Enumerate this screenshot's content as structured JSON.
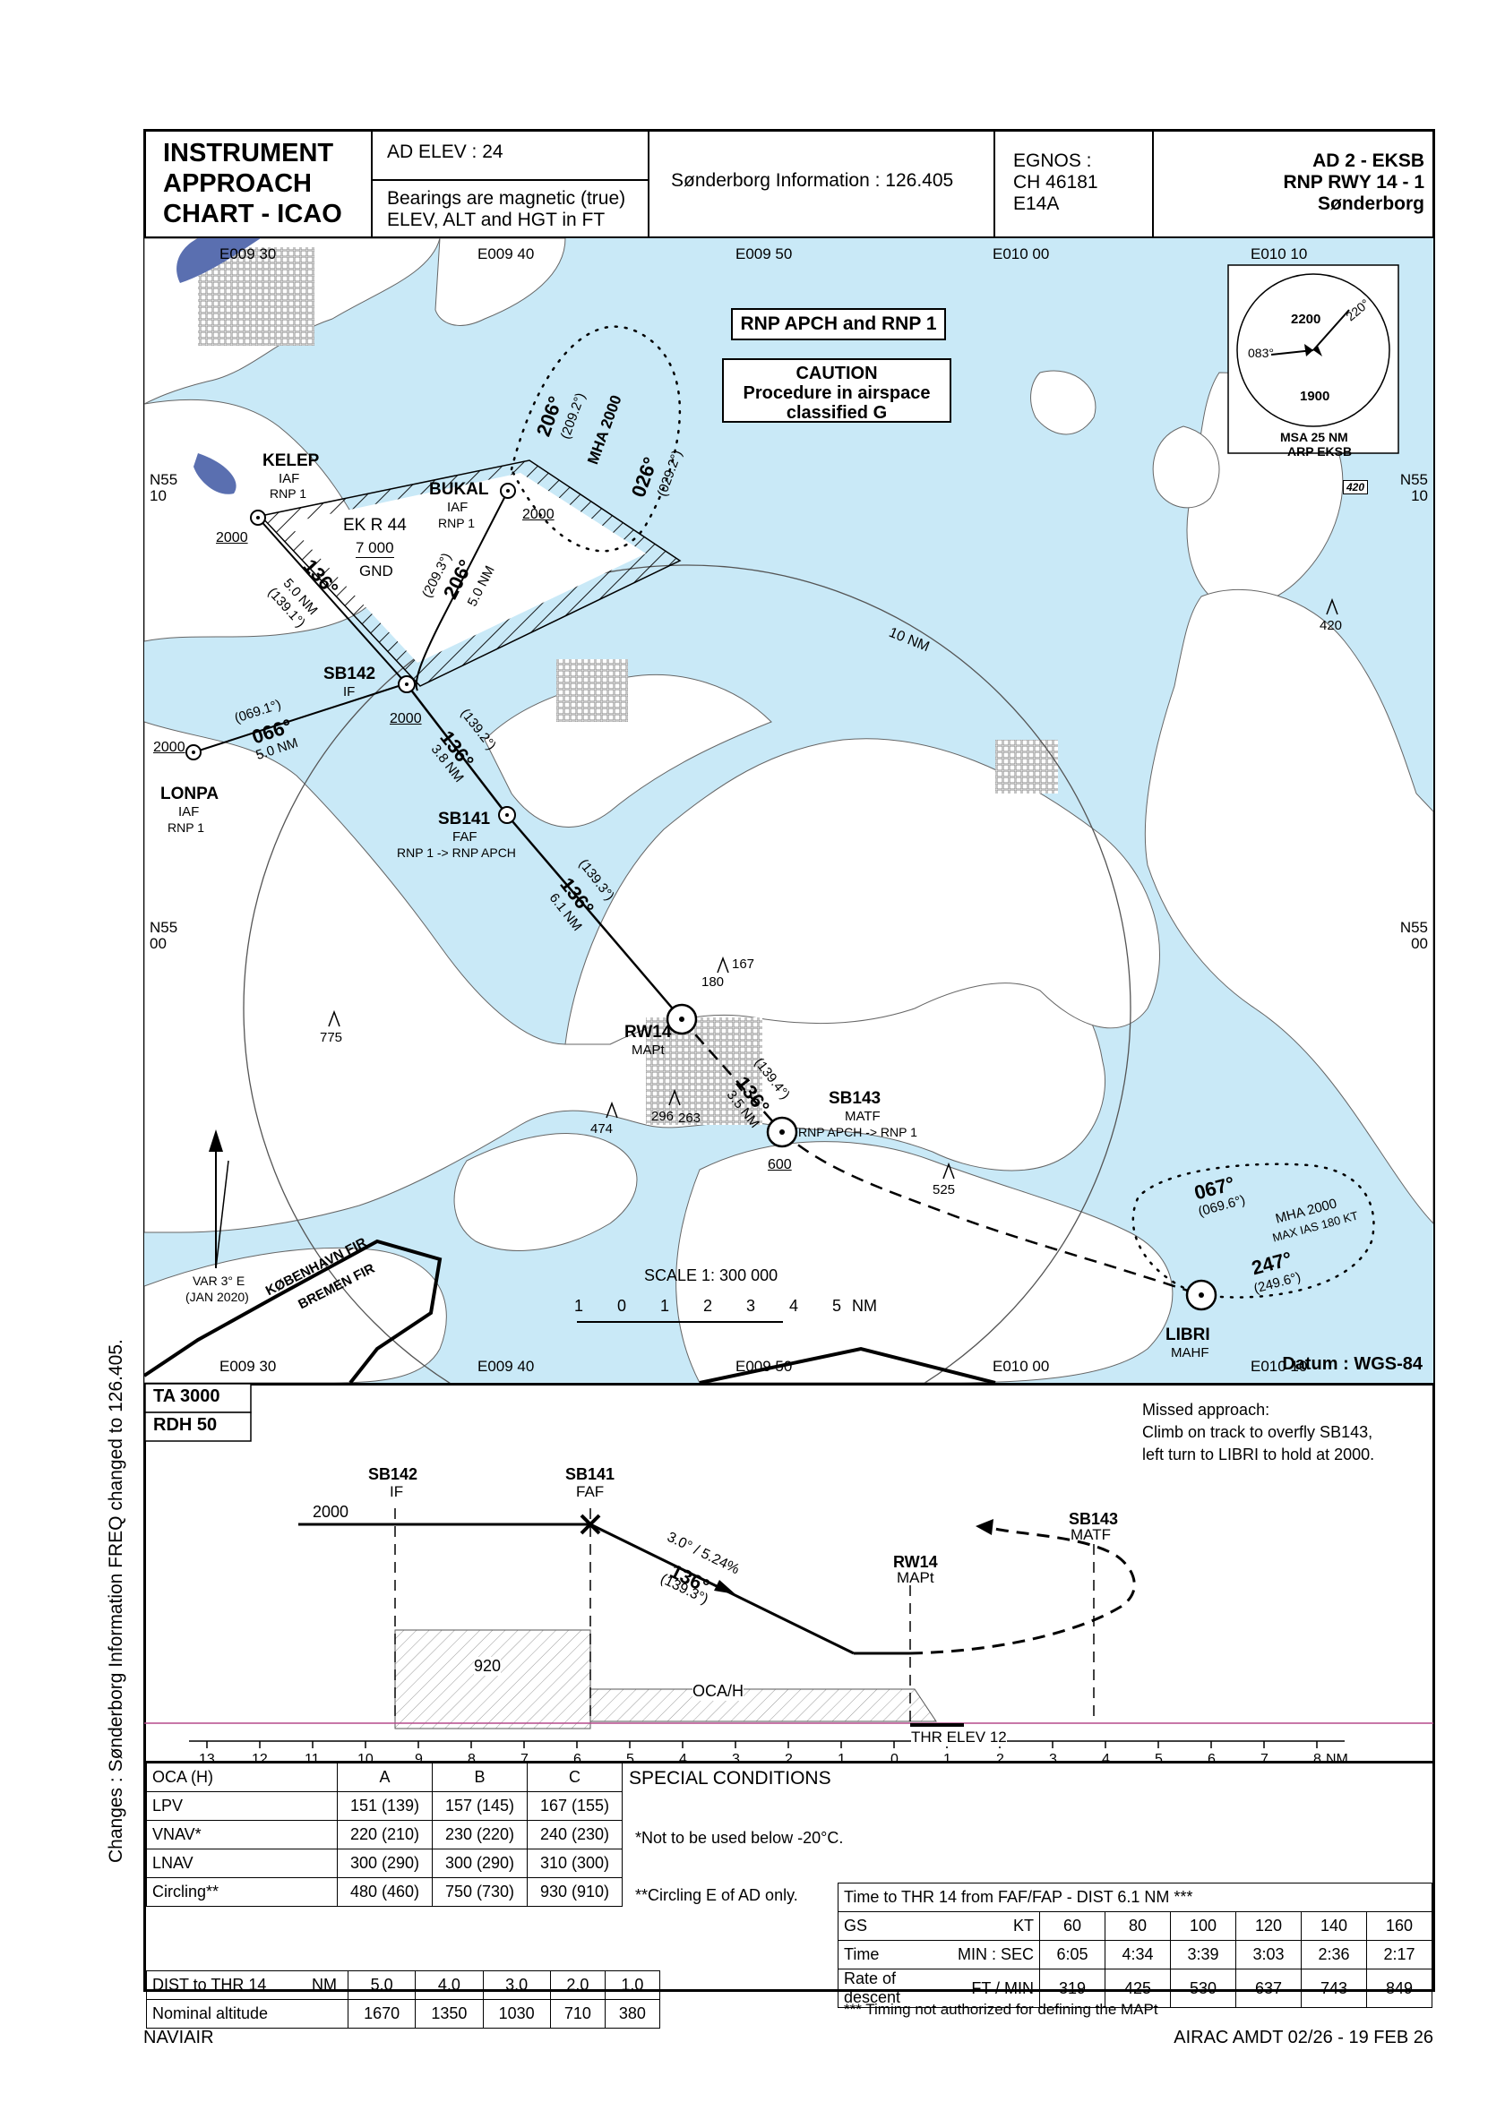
{
  "header": {
    "title_lines": [
      "INSTRUMENT",
      "APPROACH",
      "CHART - ICAO"
    ],
    "ad_elev": "AD ELEV : 24",
    "bearings": "Bearings are magnetic (true)",
    "units": "ELEV, ALT and HGT in FT",
    "atis": "Sønderborg Information : 126.405",
    "egnos_lines": [
      "EGNOS :",
      "CH 46181",
      "E14A"
    ],
    "chart_id_lines": [
      "AD 2 - EKSB",
      "RNP RWY 14 - 1",
      "Sønderborg"
    ]
  },
  "map": {
    "top_graticule": [
      "E009 30",
      "E009 40",
      "E009 50",
      "E010 00",
      "E010 10"
    ],
    "bottom_graticule": [
      "E009 30",
      "E009 40",
      "E009 50",
      "E010 00",
      "E010 10"
    ],
    "lat_labels": [
      [
        "N55",
        "10"
      ],
      [
        "N55",
        "00"
      ]
    ],
    "nav_spec": "RNP APCH and RNP 1",
    "caution_lines": [
      "CAUTION",
      "Procedure in airspace",
      "classified G"
    ],
    "msa": {
      "alt_north": "2200",
      "alt_south": "1900",
      "bearing_1": "220°",
      "bearing_2": "083°",
      "caption_1": "MSA 25 NM",
      "caption_2": "ARP EKSB"
    },
    "restricted": {
      "name": "EK R 44",
      "upper": "7 000",
      "lower": "GND"
    },
    "waypoints": {
      "kelep": {
        "name": "KELEP",
        "role": "IAF",
        "spec": "RNP 1",
        "alt": "2000"
      },
      "bukal": {
        "name": "BUKAL",
        "role": "IAF",
        "spec": "RNP 1",
        "alt": "2000"
      },
      "sb142": {
        "name": "SB142",
        "role": "IF",
        "alt": "2000"
      },
      "lonpa": {
        "name": "LONPA",
        "role": "IAF",
        "spec": "RNP 1",
        "alt": "2000"
      },
      "sb141": {
        "name": "SB141",
        "role": "FAF",
        "transition": "RNP 1 -> RNP APCH"
      },
      "rw14": {
        "name": "RW14",
        "role": "MAPt"
      },
      "sb143": {
        "name": "SB143",
        "role": "MATF",
        "transition": "RNP APCH -> RNP 1",
        "alt": "600"
      },
      "libri": {
        "name": "LIBRI",
        "role": "MAHF"
      }
    },
    "legs": {
      "kelep_track": "136°",
      "kelep_dist": "5.0 NM",
      "kelep_true": "(139.1°)",
      "bukal_track": "206°",
      "bukal_dist": "5.0 NM",
      "bukal_true": "(209.3°)",
      "lonpa_track": "066°",
      "lonpa_dist": "5.0 NM",
      "lonpa_true": "(069.1°)",
      "if_track": "136°",
      "if_dist": "3.8 NM",
      "if_true": "(139.2°)",
      "faf_track": "136°",
      "faf_dist": "6.1 NM",
      "faf_true": "(139.3°)",
      "ma_track": "136°",
      "ma_dist": "3.5 NM",
      "ma_true": "(139.4°)"
    },
    "holds": {
      "bukal_in": "206°",
      "bukal_in_true": "(209.2°)",
      "bukal_out": "026°",
      "bukal_out_true": "(029.2°)",
      "bukal_mha": "MHA 2000",
      "libri_out": "067°",
      "libri_out_true": "(069.6°)",
      "libri_in": "247°",
      "libri_in_true": "(249.6°)",
      "libri_mha": "MHA 2000",
      "libri_ias": "MAX IAS 180 KT"
    },
    "range_ring": "10 NM",
    "obstacles": [
      "420",
      "167",
      "180",
      "775",
      "474",
      "296",
      "263",
      "525"
    ],
    "msa_badge": "420",
    "var_lines": [
      "VAR 3° E",
      "(JAN 2020)"
    ],
    "fir_1": "KØBENHAVN FIR",
    "fir_2": "BREMEN FIR",
    "scale_title": "SCALE 1: 300 000",
    "scale_ticks": [
      "1",
      "0",
      "1",
      "2",
      "3",
      "4",
      "5"
    ],
    "scale_unit": "NM",
    "datum": "Datum : WGS-84"
  },
  "profile": {
    "ta": "TA 3000",
    "rdh": "RDH 50",
    "missed_lines": [
      "Missed approach:",
      "Climb on track to overfly SB143,",
      "left turn to LIBRI to hold at 2000."
    ],
    "sb142": {
      "name": "SB142",
      "role": "IF"
    },
    "sb141": {
      "name": "SB141",
      "role": "FAF"
    },
    "rw14": {
      "name": "RW14",
      "role": "MAPt"
    },
    "sb143": {
      "name": "SB143",
      "role": "MATF"
    },
    "alt_2000": "2000",
    "glide": "3.0° / 5.24%",
    "track": "136°",
    "track_true": "(139.3°)",
    "step_920": "920",
    "oca": "OCA/H",
    "thr": "THR ELEV 12",
    "axis": [
      "13",
      "12",
      "11",
      "10",
      "9",
      "8",
      "7",
      "6",
      "5",
      "4",
      "3",
      "2",
      "1",
      "0",
      "1",
      "2",
      "3",
      "4",
      "5",
      "6",
      "7",
      "8"
    ],
    "axis_unit": "NM"
  },
  "oca_table": {
    "headers": [
      "OCA (H)",
      "A",
      "B",
      "C"
    ],
    "rows": [
      [
        "LPV",
        "151 (139)",
        "157 (145)",
        "167 (155)"
      ],
      [
        "VNAV*",
        "220 (210)",
        "230 (220)",
        "240 (230)"
      ],
      [
        "LNAV",
        "300 (290)",
        "300 (290)",
        "310 (300)"
      ],
      [
        "Circling**",
        "480 (460)",
        "750 (730)",
        "930 (910)"
      ]
    ]
  },
  "special": {
    "title": "SPECIAL CONDITIONS",
    "note_vnav": "*Not to be used below -20°C.",
    "note_circ": "**Circling E of AD only."
  },
  "dist_table": {
    "rows": [
      [
        "DIST to THR 14",
        "NM",
        "5.0",
        "4.0",
        "3.0",
        "2.0",
        "1.0"
      ],
      [
        "Nominal altitude",
        "",
        "1670",
        "1350",
        "1030",
        "710",
        "380"
      ]
    ]
  },
  "time_table": {
    "title": "Time to THR 14 from FAF/FAP - DIST 6.1 NM ***",
    "rows": [
      [
        "GS",
        "KT",
        "60",
        "80",
        "100",
        "120",
        "140",
        "160"
      ],
      [
        "Time",
        "MIN : SEC",
        "6:05",
        "4:34",
        "3:39",
        "3:03",
        "2:36",
        "2:17"
      ],
      [
        "Rate of descent",
        "FT / MIN",
        "319",
        "425",
        "530",
        "637",
        "743",
        "849"
      ]
    ],
    "note": "*** Timing not authorized for defining the MAPt"
  },
  "changes": "Changes : Sønderborg Information FREQ changed to 126.405.",
  "footer": {
    "left": "NAVIAIR",
    "right": "AIRAC AMDT 02/26 - 19 FEB 26"
  },
  "colors": {
    "water": "#c9e9f7",
    "land": "#ffffff",
    "threshold_line": "#b54a8c"
  }
}
